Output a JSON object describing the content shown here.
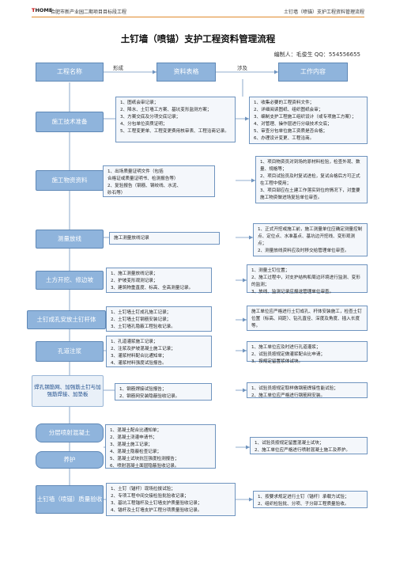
{
  "header": {
    "brand_t": "T",
    "brand_h": "HOME",
    "left_title": "合肥市新产业园二期项目目标段工程",
    "right_title": "土钉墙（喷锚）支护工程资料管理流程"
  },
  "title": "土钉墙（喷锚）支护工程资料管理流程",
  "editor": "编制人：毛俊生   QQ：554556655",
  "columns": {
    "name": "工程名称",
    "form": "形成",
    "table": "资料表格",
    "involve": "涉及",
    "content": "工作内容"
  },
  "stages": [
    "施工技术准备",
    "施工物资资料",
    "测量放线",
    "土方开挖、修边坡",
    "土钉成孔安放土钉杆体",
    "孔道注浆",
    "焊孔钢筋网、加强筋土钉与加强筋焊接、加垫板",
    "分层喷射混凝土",
    "养护",
    "土钉墙（喷锚）质量验收"
  ],
  "middle_notes": [
    [
      "1、图纸会审记录；",
      "2、降水、土钉墙工方案、基坑变形监测方案；",
      "3、方案交底及分项交底记录；",
      "4、分包单位资质证明；",
      "5、工程变更单、工程变更费用核审表、工程洽商记录。"
    ],
    [
      "1、出场质量证明文件（包括",
      "合格证或质量证明书、检测报告等）",
      "2、复验报告（钢筋、钢绞线、水泥、",
      "砂石等）"
    ],
    [
      "施工测量放线记录"
    ],
    [
      "1、施工测量放线记录；",
      "2、护坡变形观测记录；",
      "3、建筑物重直度、标高、全高测量记录。"
    ],
    [
      "1、土钉墙土钉成孔施工记录；",
      "2、土钉墙土钉钢筋安装记录；",
      "3、土钉墙孔隐蔽工程验收记录。"
    ],
    [
      "1、孔道灌浆施工记录；",
      "2、注浆及护坡混凝土施工记录；",
      "3、灌浆材料配合比通知单；",
      "4、灌浆材料强度试验报告。"
    ],
    [
      "1、钢筋焊接试验报告；",
      "2、钢筋网安装隐蔽验收记录。"
    ],
    [
      "1、混凝土配合比通知单；",
      "2、混凝土浇灌申请书；",
      "3、混凝土施工记录；",
      "4、混凝土隐蔽检查记录；",
      "5、混凝土试块抗压强度检测报告；",
      "6、喷射混凝土面层隐蔽验收记录。"
    ],
    [
      "1、土钉（锚杆）现场拉拔试验；",
      "2、专项工程中间交接检验批验收记录；",
      "3、基坑工程锚杆及土钉墙支护质量验收记录；",
      "4、锚杆及土钉墙支护工程分项质量验收记录。"
    ]
  ],
  "right_notes": [
    [
      "1、收集必要的工程资料文件；",
      "2、详细阅读图纸、组织图纸会审；",
      "3、编制支护工程施工组织设计（或专项施工方案）；",
      "4、对管理、操作层进行分级技术交底；",
      "5、审查分包单位施工资质是否合格；",
      "6、办理设计变更、工程洽商。"
    ],
    [
      "1、项目物资员对到场的原材料检验，检查外观、数量、规格等；",
      "2、项目试验员及时复试进检，复试合格后方可正式在工程中使用；",
      "3、项目部应在土建工作落实到位的情况下，对重要施工物资做进场复验单位审查。"
    ],
    [
      "1、正式开挖或施工前，施工测量单位应确定测量控制点、定位点、水准基点、基坑边开挖线、变形观测点；",
      "2、测量放线资料应及时移交给管理单位审查。"
    ],
    [
      "1、测量土钉位置；",
      "2、施工过程中，对支护结构和周边环境进行监测、变形的监测；",
      "3、放线、监测记录应报送管理单位审查。"
    ],
    [
      "施工单位应严格进行土钉成孔、杆体安装施工，检查土钉位置（标高、间距）、钻孔直径、深度及角度、插入长度等。"
    ],
    [
      "1、施工单位应及时进行孔道灌浆；",
      "2、试验员按规定做灌浆配合比申请；",
      "3、按规定留置浆体试块。"
    ],
    [
      "1、试验员按规定取样做钢筋焊接性能试验；",
      "2、施工单位应严格进行钢筋网安装。"
    ],
    [
      "1、试验员按规定留置混凝土试块；",
      "2、施工单位应严格进行喷射混凝土施工及养护。"
    ],
    [
      "1、按要求规定进行土钉（锚杆）承载力试验；",
      "2、组织检验批、分项、子分部工程质量验收。"
    ]
  ]
}
